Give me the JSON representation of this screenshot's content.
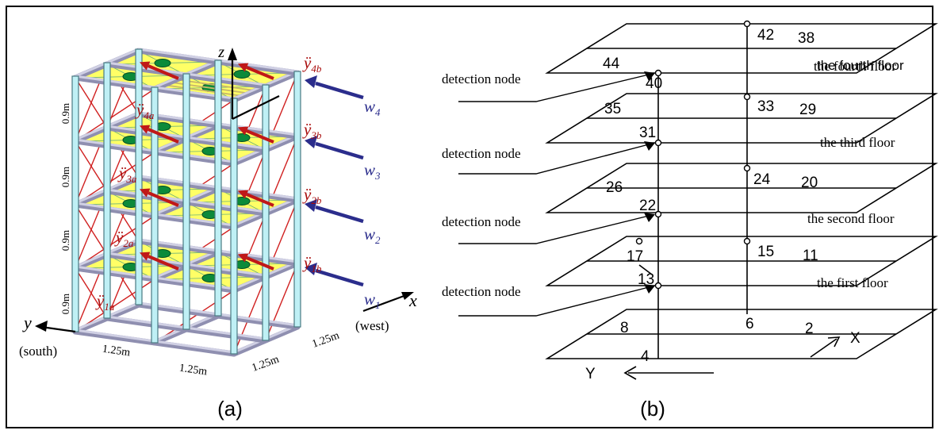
{
  "panel_a": {
    "label": "(a)",
    "heights": [
      "0.9m",
      "0.9m",
      "0.9m",
      "0.9m"
    ],
    "spans": [
      "1.25m",
      "1.25m",
      "1.25m",
      "1.25m"
    ],
    "axis_z": "z",
    "axis_x": "x",
    "axis_y": "y",
    "dir_x": "(west)",
    "dir_y": "(south)",
    "accel_a": [
      {
        "base": "ÿ",
        "sub": "1a"
      },
      {
        "base": "ÿ",
        "sub": "2a"
      },
      {
        "base": "ÿ",
        "sub": "3a"
      },
      {
        "base": "ÿ",
        "sub": "4a"
      }
    ],
    "accel_b": [
      {
        "base": "ÿ",
        "sub": "1b"
      },
      {
        "base": "ÿ",
        "sub": "2b"
      },
      {
        "base": "ÿ",
        "sub": "3b"
      },
      {
        "base": "ÿ",
        "sub": "4b"
      }
    ],
    "wind": [
      {
        "base": "w",
        "sub": "1"
      },
      {
        "base": "w",
        "sub": "2"
      },
      {
        "base": "w",
        "sub": "3"
      },
      {
        "base": "w",
        "sub": "4"
      }
    ],
    "colors": {
      "slab": "#ffff66",
      "column": "#bff0f5",
      "beam": "#8f8fb0",
      "brace": "#d02020",
      "mass": "#0c8a3a",
      "accel_arrow": "#c01818",
      "wind_arrow": "#2b2d8c"
    }
  },
  "panel_b": {
    "label": "(b)",
    "detection_label": "detection node",
    "floors": [
      {
        "name": "the first floor",
        "front": "13",
        "back": "15",
        "left": "17",
        "right": "11"
      },
      {
        "name": "the second floor",
        "front": "22",
        "back": "24",
        "left": "26",
        "right": "20"
      },
      {
        "name": "the third floor",
        "front": "31",
        "back": "33",
        "left": "35",
        "right": "29"
      },
      {
        "name": "the fourth floor",
        "front": "40",
        "back": "42",
        "left": "44",
        "right": "38"
      }
    ],
    "base_nodes": {
      "front": "4",
      "back": "6",
      "left": "8",
      "right": "2"
    },
    "axis_X": "X",
    "axis_Y": "Y"
  }
}
